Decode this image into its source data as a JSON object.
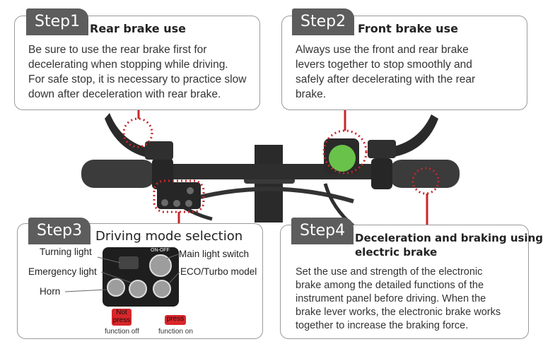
{
  "step1": {
    "tab": "Step1",
    "title": "Rear brake use",
    "lines": [
      "Be sure to use the rear brake first for",
      "decelerating when stopping while driving.",
      "For safe stop, it is necessary to practice slow",
      "down after deceleration with rear brake."
    ]
  },
  "step2": {
    "tab": "Step2",
    "title": "Front brake use",
    "lines": [
      "Always use the front and rear brake",
      "levers together to stop smoothly and",
      "safely after decelerating with the rear",
      "brake."
    ]
  },
  "step3": {
    "tab": "Step3",
    "title": "Driving mode selection",
    "labels": {
      "turning": "Turning light",
      "emergency": "Emergency light",
      "horn": "Horn",
      "main": "Main light switch",
      "eco": "ECO/Turbo model"
    },
    "panel_text": "ON-OFF",
    "not_press": [
      "Not",
      "press"
    ],
    "press": "press",
    "function_off": "function off",
    "function_on": "function on"
  },
  "step4": {
    "tab": "Step4",
    "title_lines": [
      "Deceleration and braking using",
      "electric brake"
    ],
    "lines": [
      "Set the use and strength of the electronic",
      "brake among the detailed functions of the",
      "instrument panel before driving. When the",
      "brake lever works, the electronic brake works",
      "together to increase the braking force."
    ]
  },
  "colors": {
    "tab": "#5d5d5d",
    "accent_red": "#c8262a",
    "green": "#69c24a"
  }
}
